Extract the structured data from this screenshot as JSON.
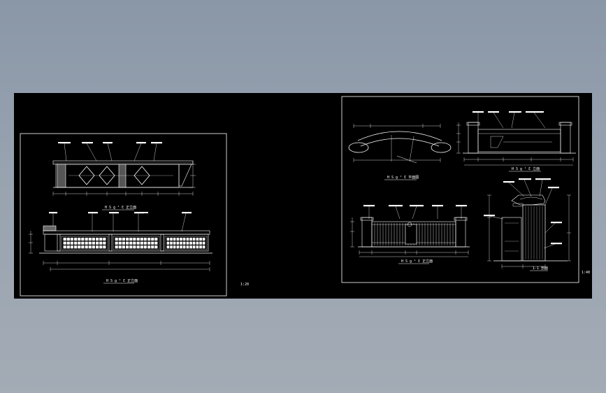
{
  "drawing": {
    "left_sheet": {
      "view_a_title": "H S g ¹ Ɛ 正立面",
      "view_b_title": "H S g ¹ Ɛ 正立面",
      "scale": "1:20"
    },
    "right_sheet": {
      "view_c_title": "H S g ¹ Ɛ 平面图",
      "view_d_title": "H S g ¹ Ɛ 立面",
      "view_e_title": "H S g ¹ Ɛ 正立面",
      "view_f_title": "1-1 剖面",
      "scale": "1:40"
    }
  }
}
